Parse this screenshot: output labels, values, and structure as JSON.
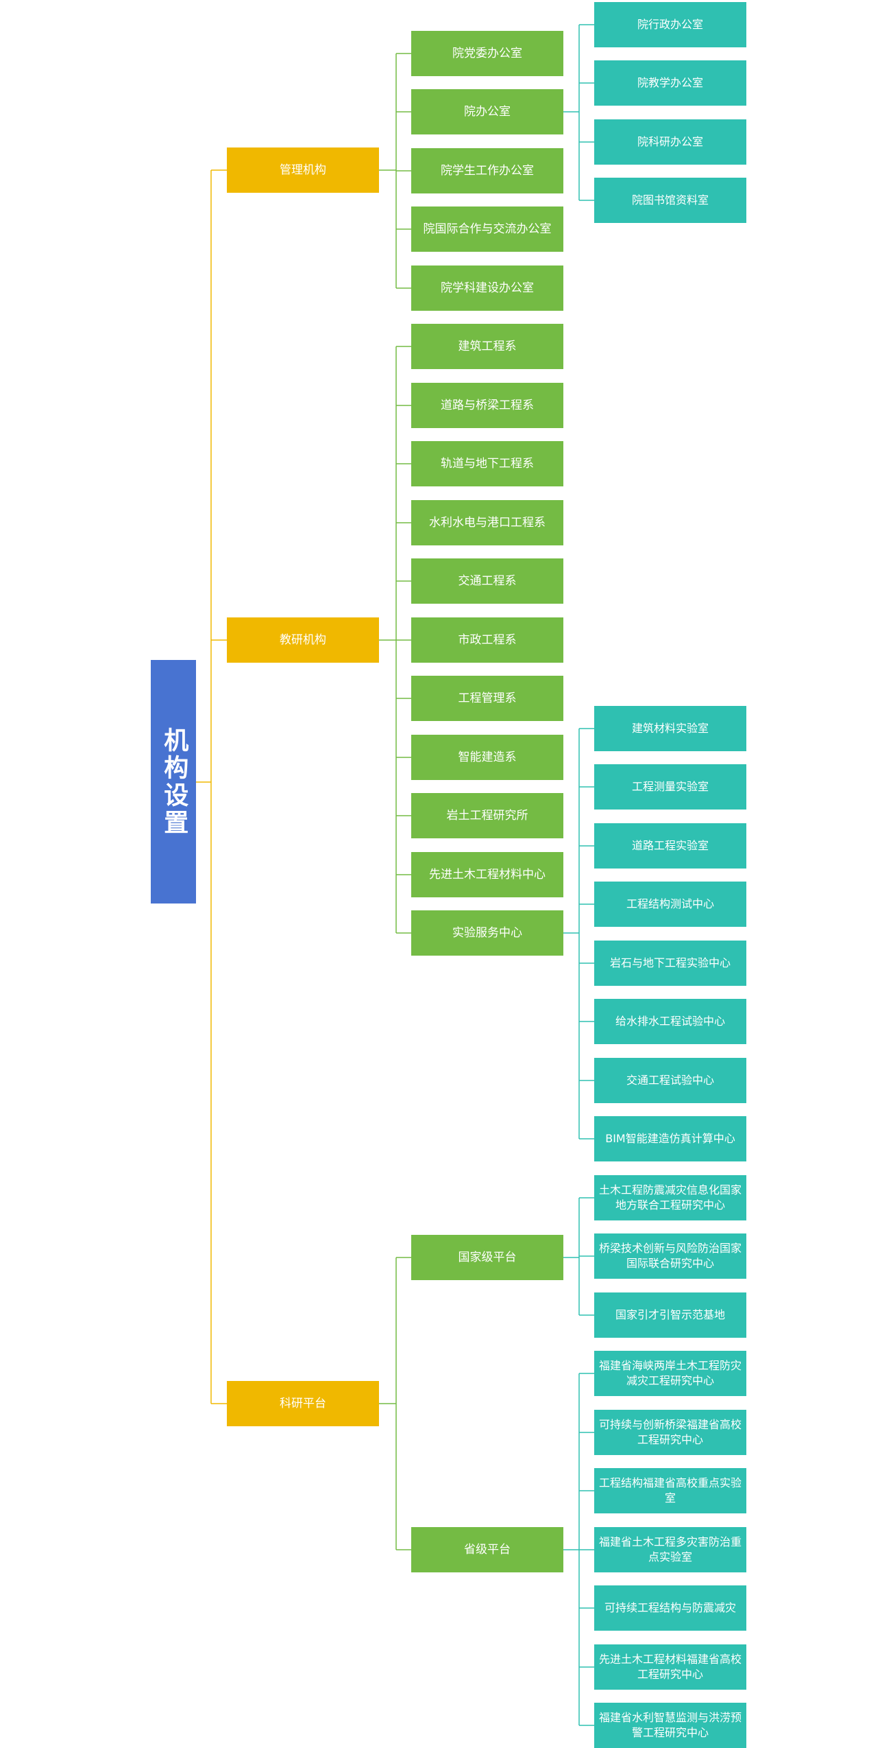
{
  "colors": {
    "root": "#4873d1",
    "level1": "#f0b800",
    "level2": "#74bb44",
    "level3": "#2fc0b1",
    "line_level1": "#f0b800",
    "line_level2": "#74bb44",
    "line_level3": "#2fc0b1"
  },
  "root": {
    "label": "机构设置"
  },
  "branches": [
    {
      "label": "管理机构",
      "children": [
        {
          "label": "院党委办公室",
          "children": []
        },
        {
          "label": "院办公室",
          "children": [
            "院行政办公室",
            "院教学办公室",
            "院科研办公室",
            "院图书馆资料室"
          ]
        },
        {
          "label": "院学生工作办公室",
          "children": []
        },
        {
          "label": "院国际合作与交流办公室",
          "children": []
        },
        {
          "label": "院学科建设办公室",
          "children": []
        }
      ]
    },
    {
      "label": "教研机构",
      "children": [
        {
          "label": "建筑工程系",
          "children": []
        },
        {
          "label": "道路与桥梁工程系",
          "children": []
        },
        {
          "label": "轨道与地下工程系",
          "children": []
        },
        {
          "label": "水利水电与港口工程系",
          "children": []
        },
        {
          "label": "交通工程系",
          "children": []
        },
        {
          "label": "市政工程系",
          "children": []
        },
        {
          "label": "工程管理系",
          "children": []
        },
        {
          "label": "智能建造系",
          "children": []
        },
        {
          "label": "岩土工程研究所",
          "children": []
        },
        {
          "label": "先进土木工程材料中心",
          "children": []
        },
        {
          "label": "实验服务中心",
          "children": [
            "建筑材料实验室",
            "工程测量实验室",
            "道路工程实验室",
            "工程结构测试中心",
            "岩石与地下工程实验中心",
            "给水排水工程试验中心",
            "交通工程试验中心",
            "BIM智能建造仿真计算中心"
          ]
        }
      ]
    },
    {
      "label": "科研平台",
      "children": [
        {
          "label": "国家级平台",
          "children": [
            "土木工程防震减灾信息化国家地方联合工程研究中心",
            "桥梁技术创新与风险防治国家国际联合研究中心",
            "国家引才引智示范基地"
          ]
        },
        {
          "label": "省级平台",
          "children": [
            "福建省海峡两岸土木工程防灾减灾工程研究中心",
            "可持续与创新桥梁福建省高校工程研究中心",
            "工程结构福建省高校重点实验室",
            "福建省土木工程多灾害防治重点实验室",
            "可持续工程结构与防震减灾",
            "先进土木工程材料福建省高校工程研究中心",
            "福建省水利智慧监测与洪涝预警工程研究中心"
          ]
        }
      ]
    }
  ]
}
